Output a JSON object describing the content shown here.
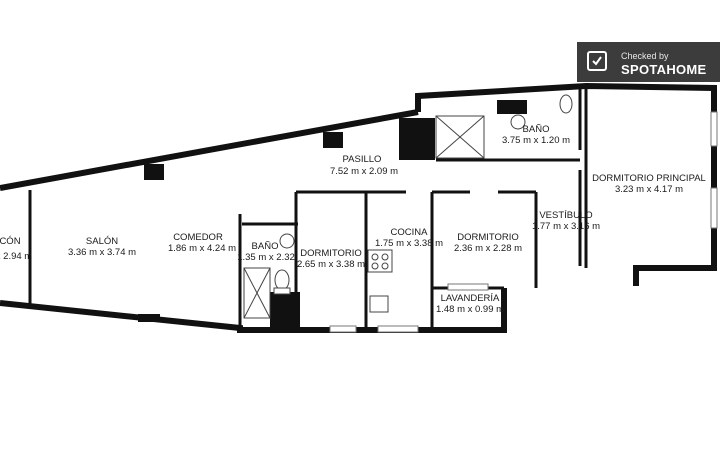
{
  "badge": {
    "checked_by": "Checked by",
    "brand": "SPOTAHOME"
  },
  "rooms": [
    {
      "id": "balcon",
      "name": "CÓN",
      "dims": "x 2.94 m"
    },
    {
      "id": "salon",
      "name": "SALÓN",
      "dims": "3.36 m x 3.74 m"
    },
    {
      "id": "comedor",
      "name": "COMEDOR",
      "dims": "1.86 m x 4.24 m"
    },
    {
      "id": "bano1",
      "name": "BAÑO",
      "dims": "1.35 m x 2.32"
    },
    {
      "id": "dormitorio1",
      "name": "DORMITORIO",
      "dims": "2.65 m x 3.38 m"
    },
    {
      "id": "cocina",
      "name": "COCINA",
      "dims": "1.75 m x 3.38 m"
    },
    {
      "id": "dormitorio2",
      "name": "DORMITORIO",
      "dims": "2.36 m x 2.28 m"
    },
    {
      "id": "vestibulo",
      "name": "VESTÍBULO",
      "dims": "1.77 m x 3.16 m"
    },
    {
      "id": "pasillo",
      "name": "PASILLO",
      "dims": "7.52 m x 2.09 m"
    },
    {
      "id": "bano2",
      "name": "BAÑO",
      "dims": "3.75 m x 1.20 m"
    },
    {
      "id": "dormitorio-principal",
      "name": "DORMITORIO PRINCIPAL",
      "dims": "3.23 m x 4.17 m"
    },
    {
      "id": "lavanderia",
      "name": "LAVANDERÍA",
      "dims": "1.48 m x 0.99 m"
    }
  ]
}
